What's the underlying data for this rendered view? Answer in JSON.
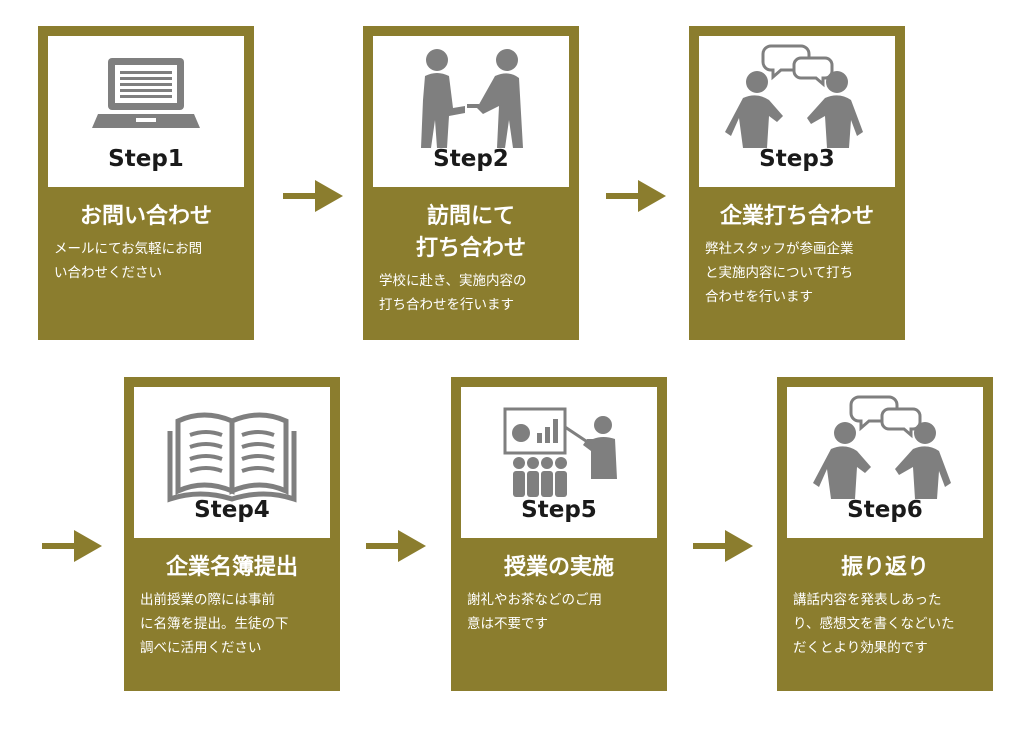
{
  "colors": {
    "olive": "#8b7d2e",
    "icon_gray": "#7f7f7f"
  },
  "steps": [
    {
      "label": "Step1",
      "title": "お問い合わせ",
      "desc": "メールにてお気軽にお問\nい合わせください",
      "icon": "laptop-icon"
    },
    {
      "label": "Step2",
      "title": "訪問にて\n打ち合わせ",
      "desc": "学校に赴き、実施内容の\n打ち合わせを行います",
      "icon": "handshake-people-icon"
    },
    {
      "label": "Step3",
      "title": "企業打ち合わせ",
      "desc": "弊社スタッフが参画企業\nと実施内容について打ち\n合わせを行います",
      "icon": "conversation-icon"
    },
    {
      "label": "Step4",
      "title": "企業名簿提出",
      "desc": "出前授業の際には事前\nに名簿を提出。生徒の下\n調べに活用ください",
      "icon": "open-book-icon"
    },
    {
      "label": "Step5",
      "title": "授業の実施",
      "desc": "謝礼やお茶などのご用\n意は不要です",
      "icon": "presentation-icon"
    },
    {
      "label": "Step6",
      "title": "振り返り",
      "desc": "講話内容を発表しあった\nり、感想文を書くなどいた\nだくとより効果的です",
      "icon": "conversation-icon"
    }
  ]
}
